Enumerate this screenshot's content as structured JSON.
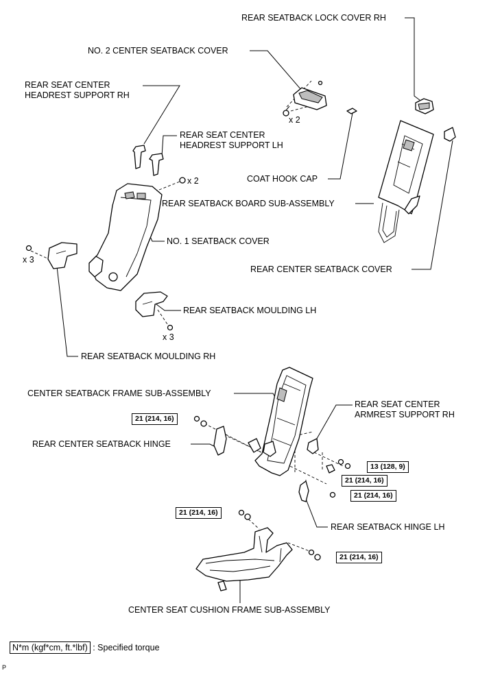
{
  "labels": {
    "lock_cover_rh": "REAR SEATBACK LOCK COVER RH",
    "no2_center_cover": "NO. 2 CENTER SEATBACK COVER",
    "headrest_support_rh": "REAR SEAT CENTER HEADREST SUPPORT RH",
    "headrest_support_lh": "REAR SEAT CENTER HEADREST SUPPORT LH",
    "coat_hook_cap": "COAT HOOK CAP",
    "board_sub_assembly": "REAR SEATBACK BOARD SUB-ASSEMBLY",
    "no1_seatback_cover": "NO. 1 SEATBACK COVER",
    "rear_center_seatback_cover": "REAR CENTER SEATBACK COVER",
    "moulding_lh": "REAR SEATBACK MOULDING LH",
    "moulding_rh": "REAR SEATBACK MOULDING RH",
    "center_frame_sub_assembly": "CENTER SEATBACK FRAME SUB-ASSEMBLY",
    "armrest_support_rh": "REAR SEAT CENTER ARMREST SUPPORT RH",
    "center_seatback_hinge": "REAR CENTER SEATBACK HINGE",
    "seatback_hinge_lh": "REAR SEATBACK HINGE LH",
    "cushion_frame_sub_assembly": "CENTER SEAT CUSHION FRAME SUB-ASSEMBLY"
  },
  "quantities": {
    "no2_cover_clips": "x 2",
    "no1_cover_clips": "x 2",
    "moulding_rh_clips": "x 3",
    "moulding_lh_clips": "x 3"
  },
  "torques": {
    "hinge_bolt": "21 (214, 16)",
    "armrest_bolt": "13 (128, 9)",
    "armrest_nut": "21 (214, 16)",
    "hinge_lh_bolt": "21 (214, 16)",
    "cushion_left_bolt": "21 (214, 16)",
    "cushion_right_bolt": "21 (214, 16)"
  },
  "legend": {
    "unit": "N*m (kgf*cm, ft.*lbf)",
    "text": ": Specified torque"
  },
  "footer_code": "P"
}
